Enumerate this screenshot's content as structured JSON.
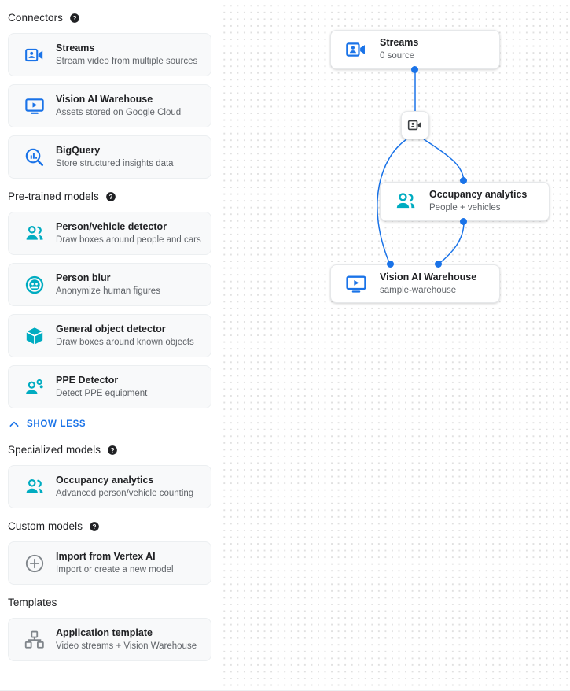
{
  "colors": {
    "connector_icon": "#1a73e8",
    "model_icon": "#00acc1",
    "neutral_icon": "#80868b",
    "accent": "#1a73e8",
    "edge": "#1a73e8",
    "card_bg": "#f8f9fa",
    "text_primary": "#202124",
    "text_secondary": "#5f6368"
  },
  "sidebar": {
    "sections": [
      {
        "title": "Connectors",
        "help": true,
        "help_icon": "help-icon",
        "items": [
          {
            "name": "Streams",
            "desc": "Stream video from multiple sources",
            "icon": "video-camera-person-icon",
            "icon_color": "#1a73e8"
          },
          {
            "name": "Vision AI Warehouse",
            "desc": "Assets stored on Google Cloud",
            "icon": "monitor-play-icon",
            "icon_color": "#1a73e8"
          },
          {
            "name": "BigQuery",
            "desc": "Store structured insights data",
            "icon": "bigquery-search-icon",
            "icon_color": "#1a73e8"
          }
        ]
      },
      {
        "title": "Pre-trained models",
        "help": true,
        "help_icon": "help-icon",
        "items": [
          {
            "name": "Person/vehicle detector",
            "desc": "Draw boxes around people and cars",
            "icon": "people-icon",
            "icon_color": "#00acc1"
          },
          {
            "name": "Person blur",
            "desc": "Anonymize human figures",
            "icon": "face-blur-icon",
            "icon_color": "#00acc1"
          },
          {
            "name": "General object detector",
            "desc": "Draw boxes around known objects",
            "icon": "cube-icon",
            "icon_color": "#00acc1"
          },
          {
            "name": "PPE Detector",
            "desc": "Detect PPE equipment",
            "icon": "ppe-person-gear-icon",
            "icon_color": "#00acc1"
          }
        ]
      },
      {
        "title": "Specialized models",
        "help": true,
        "help_icon": "help-icon",
        "items": [
          {
            "name": "Occupancy analytics",
            "desc": "Advanced person/vehicle counting",
            "icon": "people-icon",
            "icon_color": "#00acc1"
          }
        ]
      },
      {
        "title": "Custom models",
        "help": true,
        "help_icon": "help-icon",
        "items": [
          {
            "name": "Import from Vertex AI",
            "desc": "Import or create a new model",
            "icon": "plus-circle-icon",
            "icon_color": "#80868b"
          }
        ]
      },
      {
        "title": "Templates",
        "help": false,
        "help_icon": "",
        "items": [
          {
            "name": "Application template",
            "desc": "Video streams + Vision Warehouse",
            "icon": "hierarchy-icon",
            "icon_color": "#80868b"
          }
        ]
      }
    ],
    "show_less": {
      "label": "SHOW LESS",
      "icon": "chevron-up-icon"
    }
  },
  "canvas": {
    "nodes": [
      {
        "name": "Streams",
        "desc": "0 source",
        "icon": "video-camera-person-icon",
        "icon_color": "#1a73e8"
      },
      {
        "name": "Occupancy analytics",
        "desc": "People + vehicles",
        "icon": "people-icon",
        "icon_color": "#00acc1"
      },
      {
        "name": "Vision AI Warehouse",
        "desc": "sample-warehouse",
        "icon": "monitor-play-icon",
        "icon_color": "#1a73e8"
      }
    ],
    "mini_node": {
      "icon": "video-camera-person-icon",
      "icon_color": "#5f6368"
    }
  }
}
